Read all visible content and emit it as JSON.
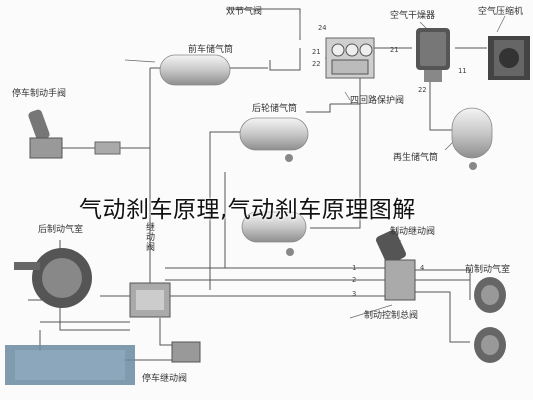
{
  "overlay_title": "气动刹车原理,气动刹车原理图解",
  "labels": {
    "exhaust_valve": "双节气阀",
    "air_compressor": "空气压缩机",
    "air_dryer": "空气干燥器",
    "front_tank": "前车储气筒",
    "rear_tank": "后轮储气筒",
    "four_circuit_valve": "四回路保护阀",
    "parking_brake_valve": "停车制动手阀",
    "regen_tank": "再生储气筒",
    "brake_chamber_left": "后制动气室",
    "relay_valve": "继动阀",
    "parking_relay": "停车继动阀",
    "front_brake_chamber": "前制动气室",
    "main_brake_valve": "制动控制总阀",
    "relay_valve_bottom": "制动继动阀"
  },
  "port_numbers": [
    "24",
    "21",
    "22",
    "11",
    "1",
    "2",
    "3",
    "4",
    "21",
    "22"
  ]
}
